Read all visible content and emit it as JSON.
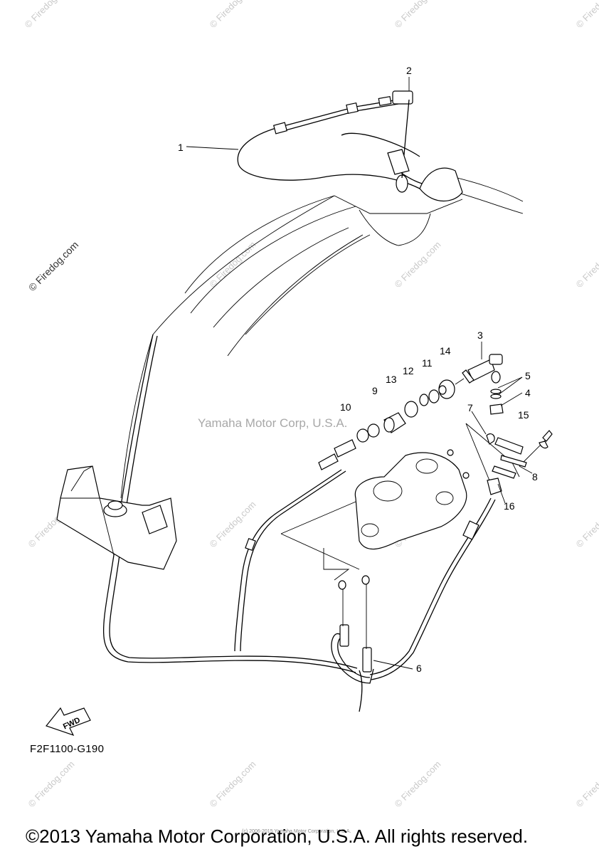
{
  "diagram": {
    "code": "F2F1100-G190",
    "fwd_label": "FWD",
    "part_labels": [
      "1",
      "2",
      "3",
      "4",
      "5",
      "6",
      "7",
      "8",
      "9",
      "10",
      "11",
      "12",
      "13",
      "14",
      "15",
      "16"
    ]
  },
  "watermarks": {
    "corner_text": "© Firedog.com",
    "center_text": "Yamaha Motor Corp, U.S.A.",
    "tiny_copyright": "(c) 2006-2015 Yamaha Motor Corporation, U.S.A."
  },
  "footer": {
    "copyright": "©2013 Yamaha Motor Corporation, U.S.A. All rights reserved."
  }
}
